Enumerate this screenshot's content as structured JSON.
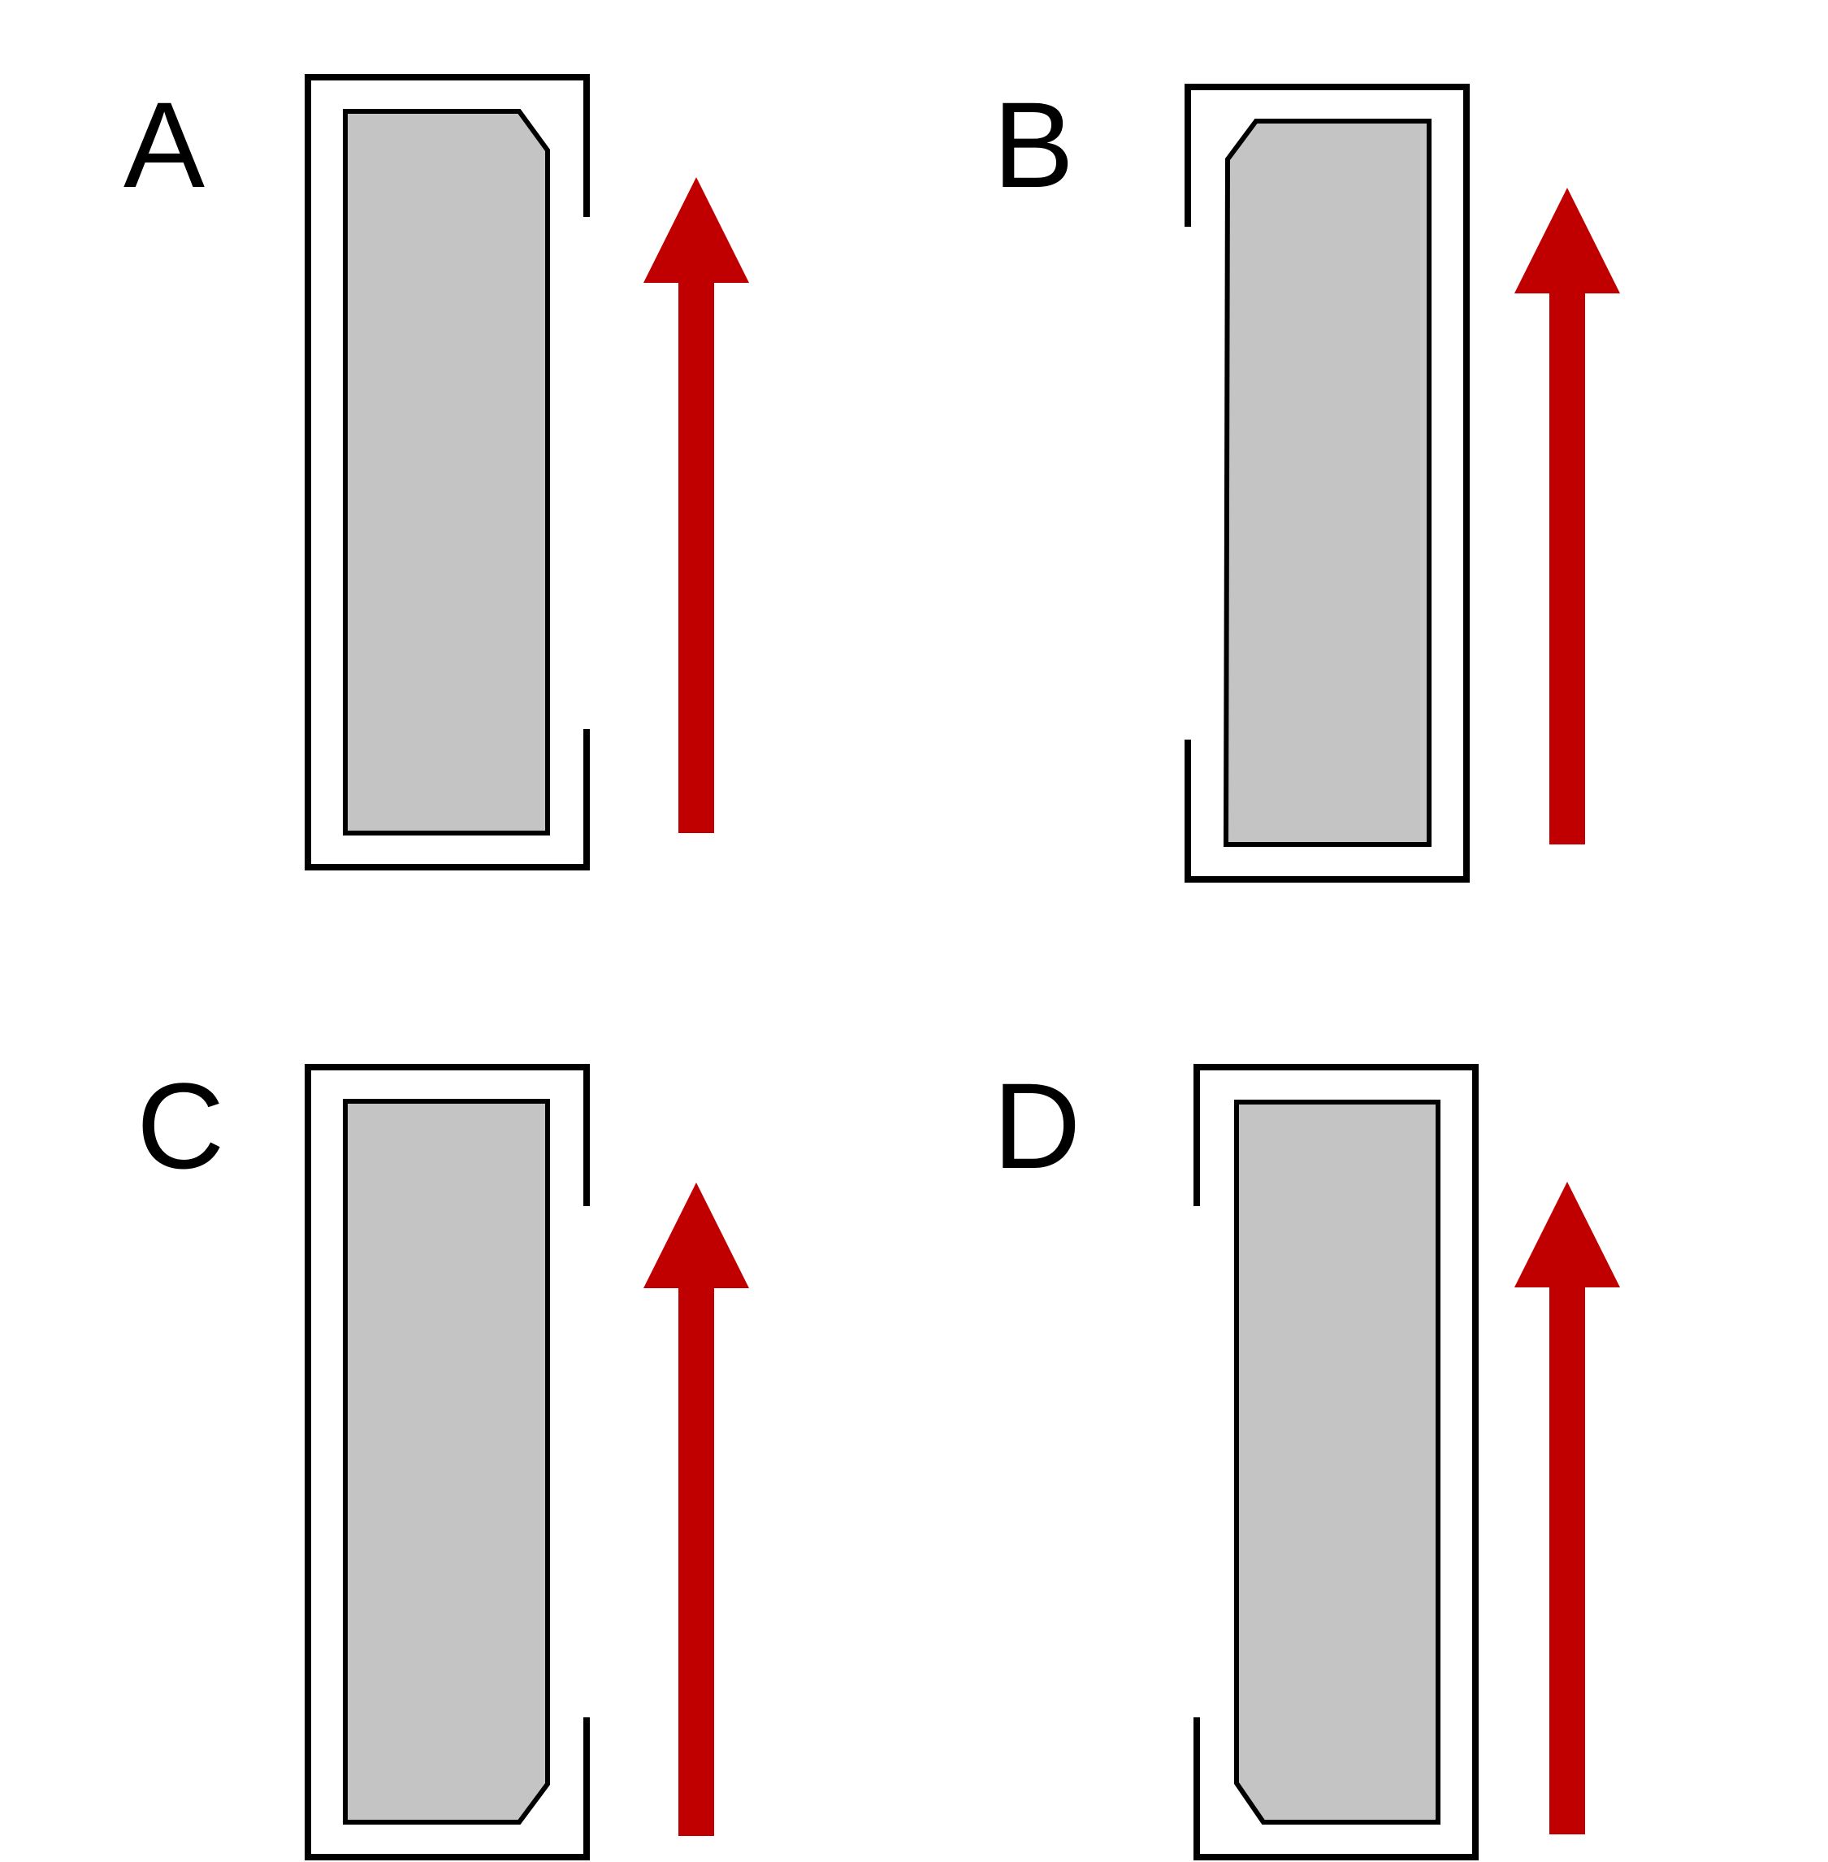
{
  "panels": [
    {
      "id": "A",
      "label": "A",
      "opening_side": "right",
      "chamfer_corner": "top-right"
    },
    {
      "id": "B",
      "label": "B",
      "opening_side": "left",
      "chamfer_corner": "top-left"
    },
    {
      "id": "C",
      "label": "C",
      "opening_side": "right",
      "chamfer_corner": "bottom-right"
    },
    {
      "id": "D",
      "label": "D",
      "opening_side": "left",
      "chamfer_corner": "bottom-left"
    }
  ],
  "arrow_direction": "up",
  "colors": {
    "arrow": "#c00000",
    "card_fill": "#c4c4c4",
    "outline": "#000000",
    "background": "#ffffff"
  }
}
